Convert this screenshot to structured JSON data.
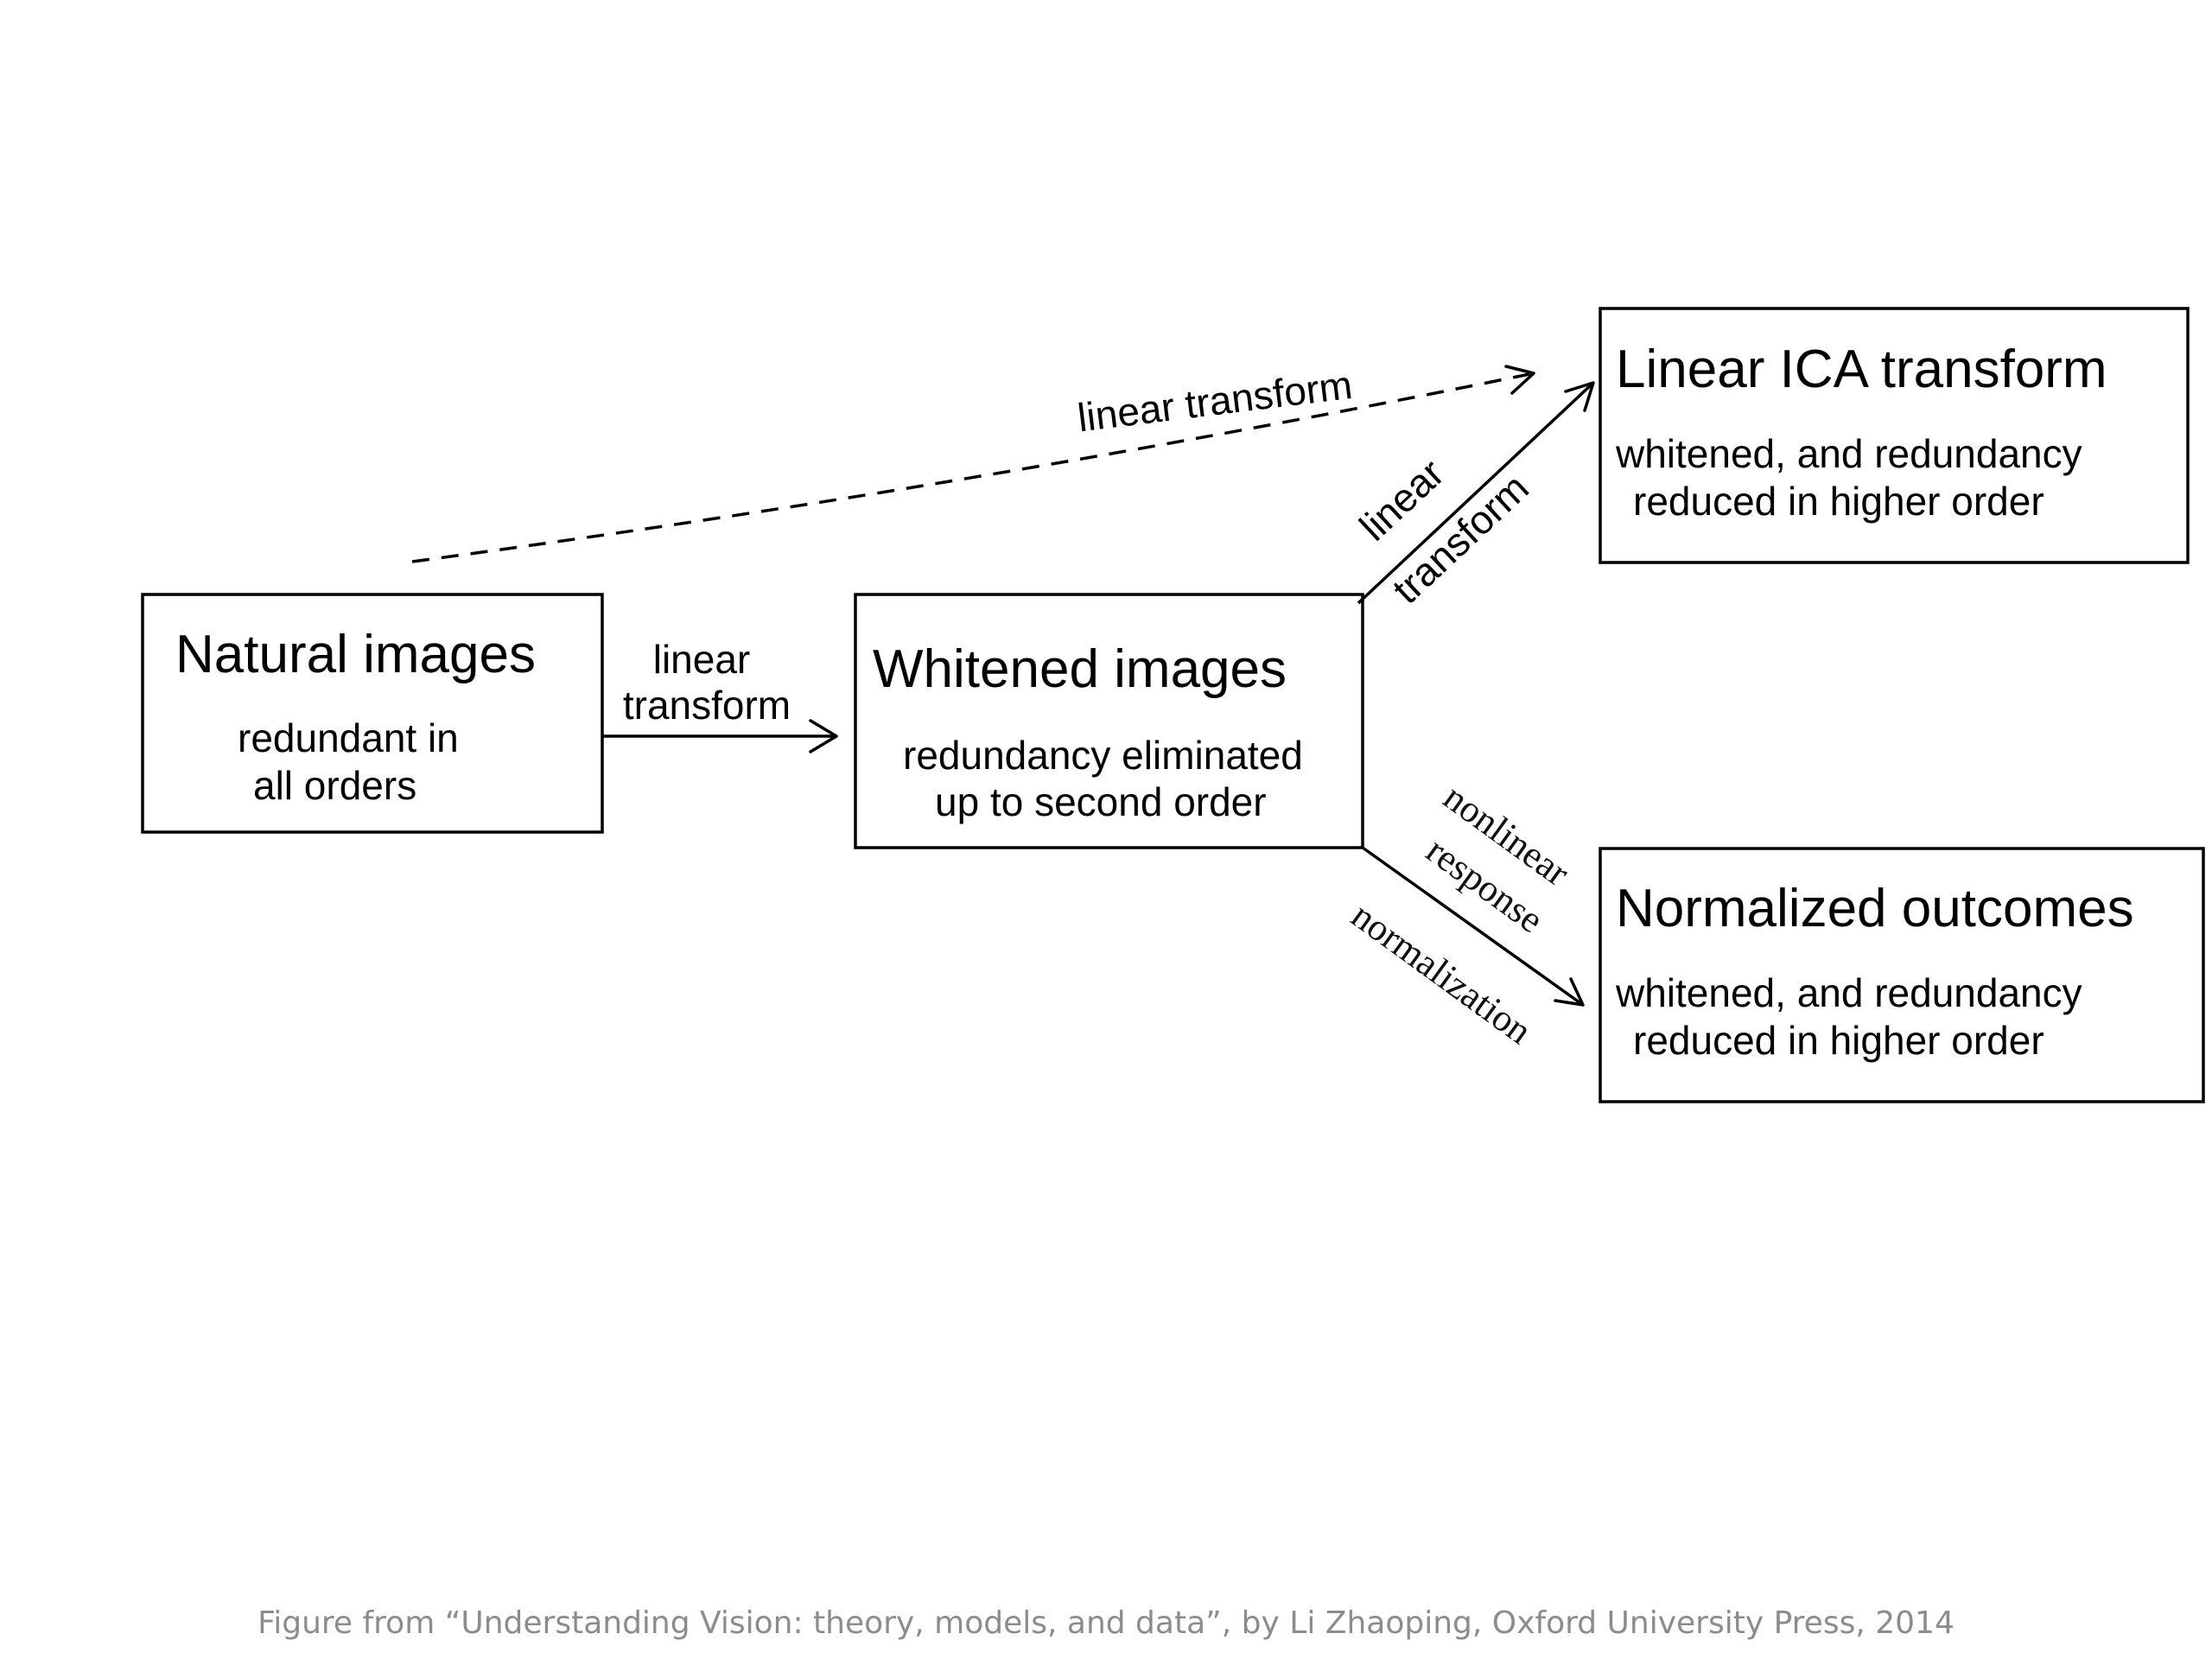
{
  "nodes": {
    "natural": {
      "title": "Natural images",
      "line1": "redundant in",
      "line2": "all orders"
    },
    "whitened": {
      "title": "Whitened images",
      "line1": "redundancy eliminated",
      "line2": "up to second order"
    },
    "ica": {
      "title": "Linear ICA transform",
      "line1": "whitened, and redundancy",
      "line2": "reduced in higher order"
    },
    "normalized": {
      "title": "Normalized outcomes",
      "line1": "whitened, and redundancy",
      "line2": "reduced in higher order"
    }
  },
  "edges": {
    "natural_to_whitened": {
      "line1": "linear",
      "line2": "transform"
    },
    "natural_to_ica_dashed": {
      "label": "linear transform"
    },
    "whitened_to_ica": {
      "line1": "linear",
      "line2": "transform"
    },
    "whitened_to_normalized": {
      "line1": "nonlinear",
      "line2": "response",
      "line3": "normalization"
    }
  },
  "credit": "Figure from  “Understanding Vision: theory, models, and data”, by Li Zhaoping,  Oxford University Press, 2014"
}
